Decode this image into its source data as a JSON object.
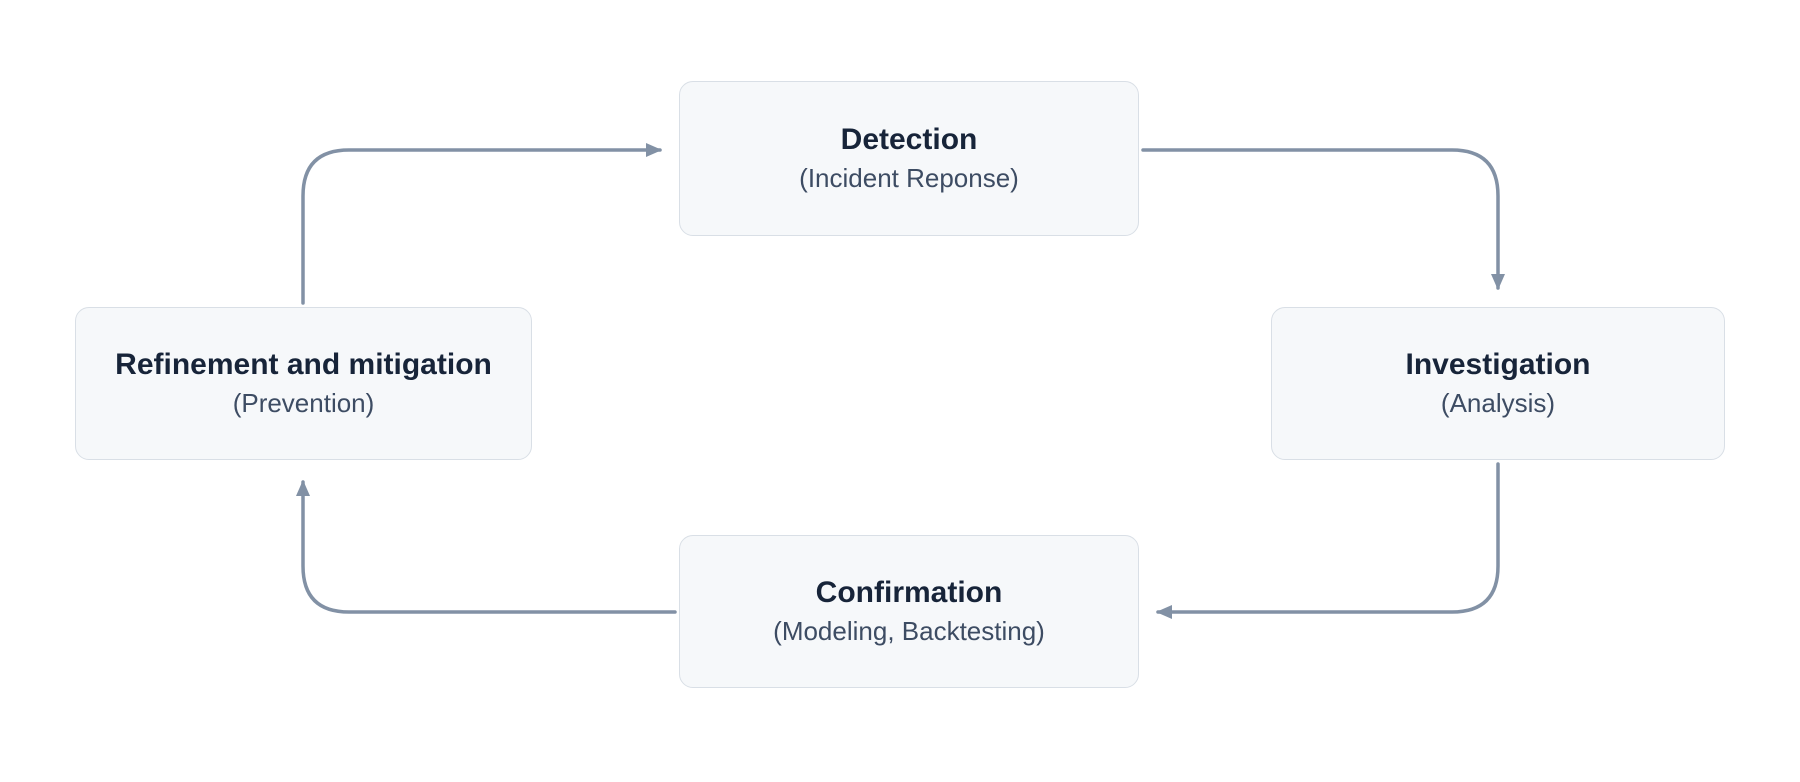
{
  "diagram": {
    "type": "cycle",
    "colors": {
      "node_fill": "#f6f8fa",
      "node_border": "#d9dfe6",
      "title_text": "#172439",
      "subtitle_text": "#3d4c63",
      "arrow": "#8291a5",
      "background": "#ffffff"
    },
    "nodes": [
      {
        "id": "detection",
        "title": "Detection",
        "subtitle": "(Incident Reponse)",
        "position": "top"
      },
      {
        "id": "investigation",
        "title": "Investigation",
        "subtitle": "(Analysis)",
        "position": "right"
      },
      {
        "id": "confirmation",
        "title": "Confirmation",
        "subtitle": "(Modeling, Backtesting)",
        "position": "bottom"
      },
      {
        "id": "refinement",
        "title": "Refinement and mitigation",
        "subtitle": "(Prevention)",
        "position": "left"
      }
    ],
    "edges": [
      {
        "from": "refinement",
        "to": "detection"
      },
      {
        "from": "detection",
        "to": "investigation"
      },
      {
        "from": "investigation",
        "to": "confirmation"
      },
      {
        "from": "confirmation",
        "to": "refinement"
      }
    ]
  }
}
